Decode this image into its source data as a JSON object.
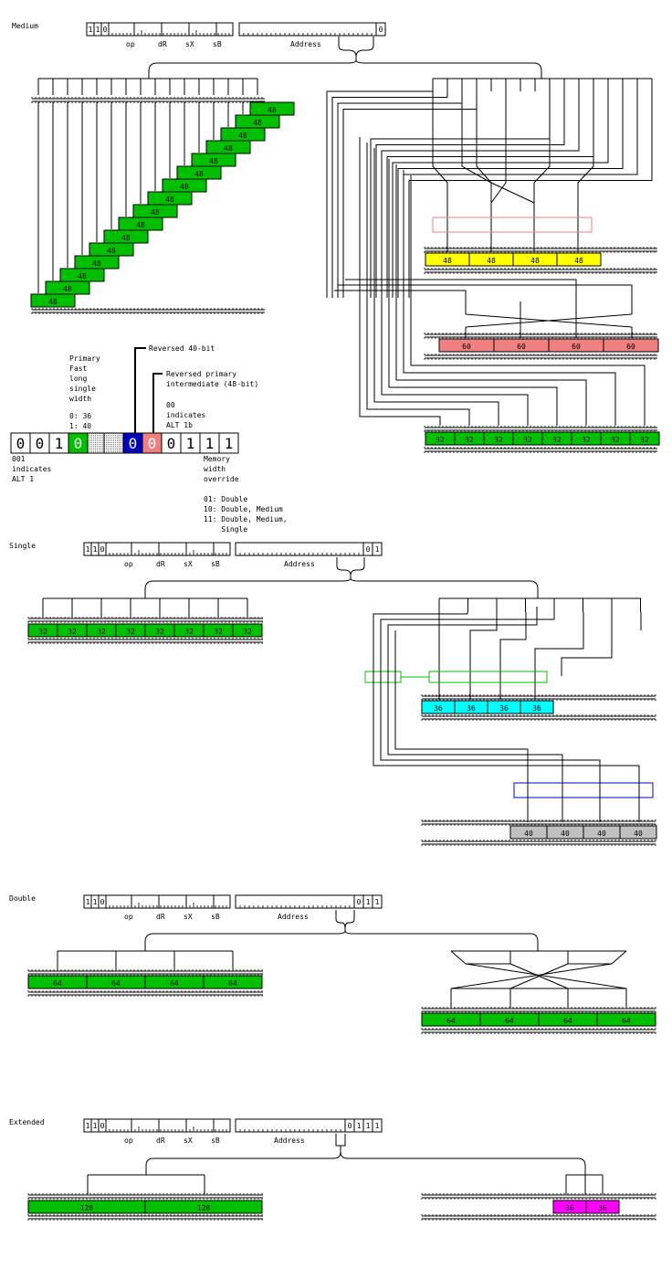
{
  "colors": {
    "green": "#00c000",
    "yellow": "#ffff00",
    "pink": "#f08080",
    "cyan": "#00ffff",
    "gray": "#c0c0c0",
    "magenta": "#ff00ff",
    "blue": "#0000c0",
    "outline_pink": "#f08080",
    "outline_green": "#00c000",
    "outline_blue": "#0000c0"
  },
  "instruction_fields": {
    "op": "op",
    "dR": "dR",
    "sX": "sX",
    "sB": "sB",
    "address": "Address"
  },
  "sections": {
    "medium": {
      "title": "Medium",
      "suffix": [
        "0"
      ],
      "prefix": [
        "1",
        "1",
        "0"
      ]
    },
    "single": {
      "title": "Single",
      "suffix": [
        "0",
        "1"
      ],
      "prefix": [
        "1",
        "1",
        "0"
      ]
    },
    "double": {
      "title": "Double",
      "suffix": [
        "0",
        "1",
        "1"
      ],
      "prefix": [
        "1",
        "1",
        "0"
      ]
    },
    "extended": {
      "title": "Extended",
      "suffix": [
        "0",
        "1",
        "1",
        "1"
      ],
      "prefix": [
        "1",
        "1",
        "0"
      ]
    }
  },
  "medium_stair": {
    "count": 16,
    "label": "48"
  },
  "medium_yellow": [
    "48",
    "48",
    "48",
    "48"
  ],
  "medium_pink": [
    "60",
    "60",
    "60",
    "60"
  ],
  "medium_green32": [
    "32",
    "32",
    "32",
    "32",
    "32",
    "32",
    "32",
    "32"
  ],
  "single_green32": [
    "32",
    "32",
    "32",
    "32",
    "32",
    "32",
    "32",
    "32"
  ],
  "single_cyan": [
    "36",
    "36",
    "36",
    "36"
  ],
  "single_gray": [
    "40",
    "40",
    "40",
    "40"
  ],
  "double_left": [
    "64",
    "64",
    "64",
    "64"
  ],
  "double_right": [
    "64",
    "64",
    "64",
    "64"
  ],
  "extended_left": [
    "128",
    "128"
  ],
  "extended_right": [
    "36",
    "36"
  ],
  "format_word": {
    "digits": [
      "0",
      "0",
      "1",
      "0",
      "",
      "",
      "0",
      "0",
      "0",
      "1",
      "1",
      "1"
    ],
    "styles": [
      "plain",
      "plain",
      "plain",
      "green",
      "dotted",
      "dotted",
      "blue",
      "pink",
      "plain",
      "plain",
      "plain",
      "plain"
    ]
  },
  "annotations": {
    "primary": [
      "Primary",
      "Fast",
      "long",
      "single",
      "width"
    ],
    "primary_opts": [
      "0: 36",
      "1: 40"
    ],
    "reversed40": "Reversed 40-bit",
    "reversed_primary": [
      "Reversed primary",
      "intermediate (48-bit)"
    ],
    "alt1b": [
      "00",
      "indicates",
      "ALT 1b"
    ],
    "alt1": [
      "001",
      "indicates",
      "ALT 1"
    ],
    "memory": [
      "Memory",
      "width",
      "override"
    ],
    "overrides": [
      "01: Double",
      "10: Double, Medium",
      "11: Double, Medium,",
      "    Single"
    ]
  }
}
